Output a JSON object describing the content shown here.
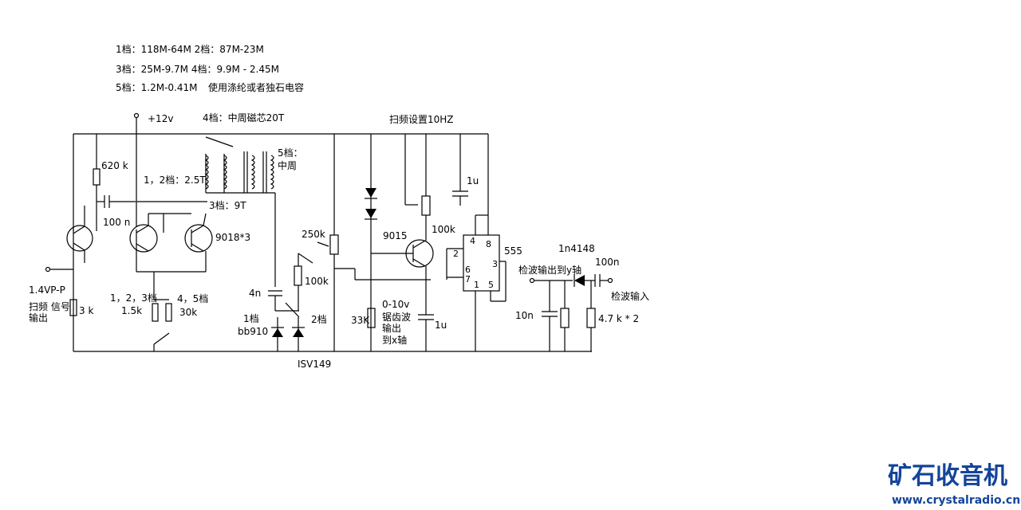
{
  "header": {
    "line1": "1档：118M-64M   2档：87M-23M",
    "line2": "3档：25M-9.7M   4档：9.9M  - 2.45M",
    "line3": "5档：1.2M-0.41M",
    "line3b": "使用涤纶或者独石电容"
  },
  "labels": {
    "vcc": "+12v",
    "tap4": "4档：中周磁芯20T",
    "sweep_set": "扫频设置10HZ",
    "tap5a": "5档：",
    "tap5b": "中周",
    "r620k": "620 k",
    "c100n_left": "100 n",
    "coil12": "1，2档：2.5T",
    "coil3": "3档：9T",
    "q_9018": "9018*3",
    "vpp": "1.4VP-P",
    "out1": "扫频  信号",
    "out2": "输出",
    "r3k": "3 k",
    "r123": "1，2，3档",
    "r15k": "1.5k",
    "r45": "4，5档",
    "r30k": "30k",
    "c4n": "4n",
    "band1": "1档",
    "bb910": "bb910",
    "band2": "2档",
    "isv149": "ISV149",
    "r250k": "250k",
    "r100k_mid": "100k",
    "q9015": "9015",
    "r100k_top": "100k",
    "c1u_top": "1u",
    "c1u_bot": "1u",
    "v010": "0-10v",
    "r33k": "33K",
    "saw1": "锯齿波",
    "saw2": "输出",
    "saw3": "到x轴",
    "ic555": "555",
    "pin4": "4",
    "pin8": "8",
    "pin2": "2",
    "pin6": "6",
    "pin7": "7",
    "pin3": "3",
    "pin1": "1",
    "pin5": "5",
    "d1n4148": "1n4148",
    "det_out": "检波输出到y轴",
    "c100n_right": "100n",
    "c10n": "10n",
    "det_in": "检波输入",
    "r47k": "4.7 k  * 2"
  },
  "logo": {
    "cn": "矿石收音机",
    "url": "www.crystalradio.cn"
  },
  "colors": {
    "ink": "#000000",
    "logo": "#14449a"
  }
}
